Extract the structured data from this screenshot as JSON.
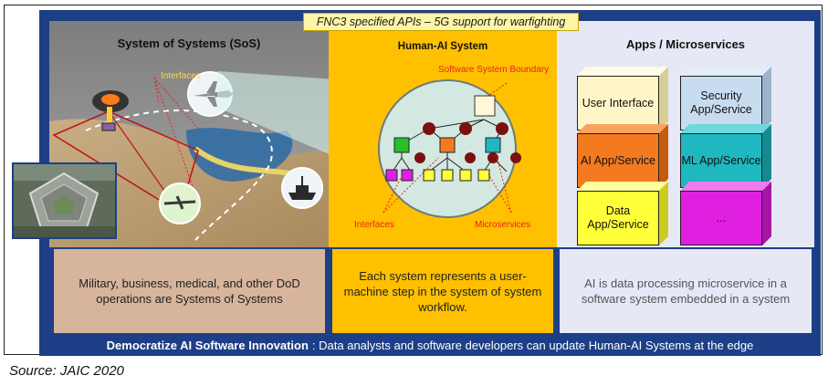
{
  "banner": "FNC3 specified APIs – 5G support for warfighting",
  "sos": {
    "title": "System of Systems  (SoS)",
    "interfaces_label": "Interfaces"
  },
  "hai": {
    "title": "Human-AI System",
    "boundary_label": "Software System Boundary",
    "interfaces_label": "Interfaces",
    "microservices_label": "Microservices"
  },
  "apps": {
    "title": "Apps / Microservices",
    "cubes": [
      {
        "label": "User Interface",
        "color": "#fff6c8",
        "top": "#fffbe6",
        "side": "#d8cf96"
      },
      {
        "label": "Security App/Service",
        "color": "#c8dcf0",
        "top": "#e4eefa",
        "side": "#9bb3cc"
      },
      {
        "label": "AI App/Service",
        "color": "#f47a1f",
        "top": "#f9a35e",
        "side": "#c65b0e"
      },
      {
        "label": "ML App/Service",
        "color": "#1fb8c0",
        "top": "#6fd8dd",
        "side": "#148a91"
      },
      {
        "label": "Data App/Service",
        "color": "#ffff3a",
        "top": "#ffff9a",
        "side": "#cccc1e"
      },
      {
        "label": "...",
        "color": "#e020e0",
        "top": "#f07af0",
        "side": "#a814a8"
      }
    ]
  },
  "boxes": {
    "sos_text": "Military, business, medical, and other DoD operations are Systems of Systems",
    "hai_text": "Each system represents a user-machine step in the system of system workflow.",
    "apps_text": "AI is data processing microservice in a software system embedded in a system"
  },
  "footer": {
    "bold": "Democratize AI Software Innovation",
    "rest": ":  Data analysts and software developers can update Human-AI Systems at the edge"
  },
  "source": "Source: JAIC 2020"
}
